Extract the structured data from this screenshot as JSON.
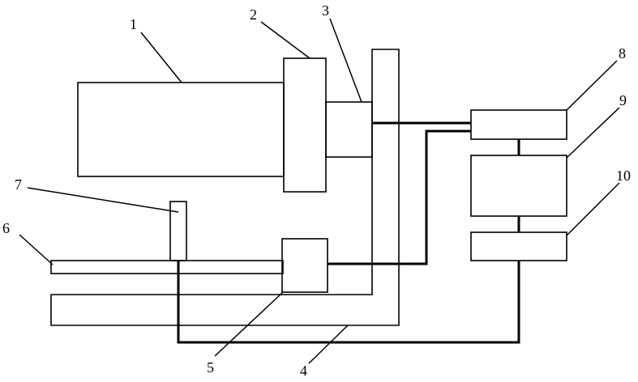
{
  "figure": {
    "background": "#ffffff",
    "stroke_color": "#000000",
    "labels": {
      "l1": "1",
      "l2": "2",
      "l3": "3",
      "l4": "4",
      "l5": "5",
      "l6": "6",
      "l7": "7",
      "l8": "8",
      "l9": "9",
      "l10": "10"
    }
  }
}
